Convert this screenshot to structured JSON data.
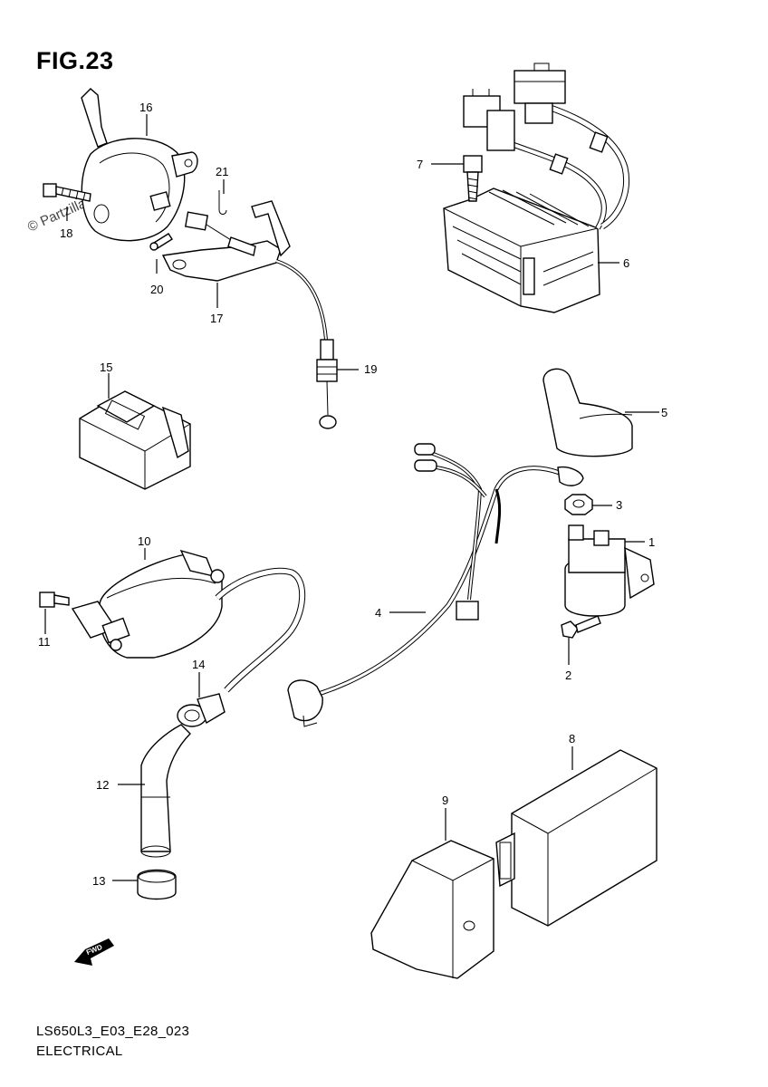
{
  "figure": {
    "title": "FIG.23"
  },
  "watermark": "© Partzilla.com",
  "footer": {
    "code": "LS650L3_E03_E28_023",
    "section": "ELECTRICAL"
  },
  "fwd_label": "FWD",
  "callouts": [
    "1",
    "2",
    "3",
    "4",
    "5",
    "6",
    "7",
    "8",
    "9",
    "10",
    "11",
    "12",
    "13",
    "14",
    "15",
    "16",
    "17",
    "18",
    "19",
    "20",
    "21"
  ]
}
